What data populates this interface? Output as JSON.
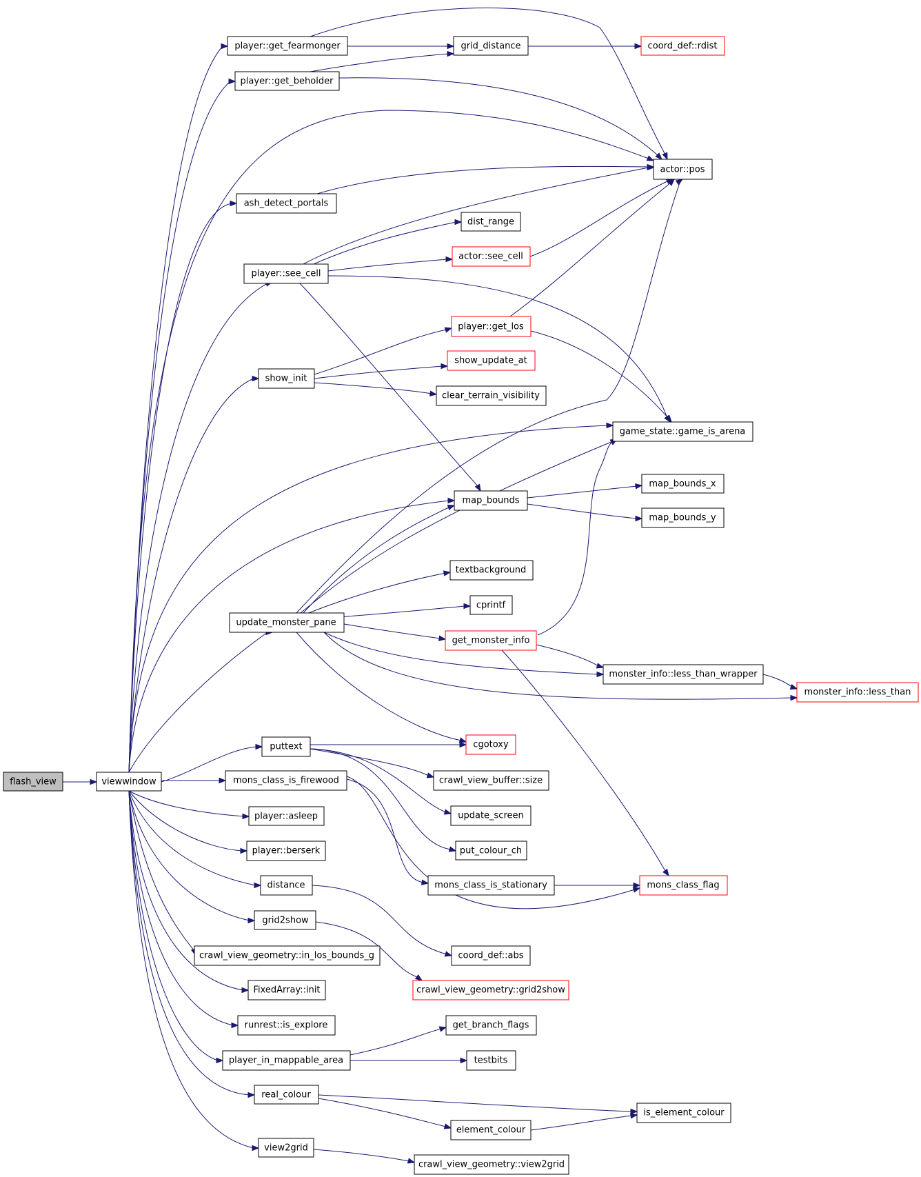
{
  "colors": {
    "edge": "#191970",
    "node_border": "#000000",
    "external_node_border": "#ff0000",
    "root_fill": "#bfbfbf",
    "node_fill": "#ffffff"
  },
  "nodes": [
    {
      "id": "flash_view",
      "label": "flash_view"
    },
    {
      "id": "viewwindow",
      "label": "viewwindow"
    },
    {
      "id": "get_fearmonger",
      "label": "player::get_fearmonger"
    },
    {
      "id": "grid_distance",
      "label": "grid_distance"
    },
    {
      "id": "rdist",
      "label": "coord_def::rdist"
    },
    {
      "id": "get_beholder",
      "label": "player::get_beholder"
    },
    {
      "id": "actor_pos",
      "label": "actor::pos"
    },
    {
      "id": "ash_detect_portals",
      "label": "ash_detect_portals"
    },
    {
      "id": "dist_range",
      "label": "dist_range"
    },
    {
      "id": "player_see_cell",
      "label": "player::see_cell"
    },
    {
      "id": "actor_see_cell",
      "label": "actor::see_cell"
    },
    {
      "id": "get_los",
      "label": "player::get_los"
    },
    {
      "id": "show_init",
      "label": "show_init"
    },
    {
      "id": "show_update_at",
      "label": "show_update_at"
    },
    {
      "id": "clear_terrain_visibility",
      "label": "clear_terrain_visibility"
    },
    {
      "id": "game_is_arena",
      "label": "game_state::game_is_arena"
    },
    {
      "id": "map_bounds",
      "label": "map_bounds"
    },
    {
      "id": "map_bounds_x",
      "label": "map_bounds_x"
    },
    {
      "id": "map_bounds_y",
      "label": "map_bounds_y"
    },
    {
      "id": "textbackground",
      "label": "textbackground"
    },
    {
      "id": "cprintf",
      "label": "cprintf"
    },
    {
      "id": "update_monster_pane",
      "label": "update_monster_pane"
    },
    {
      "id": "get_monster_info",
      "label": "get_monster_info"
    },
    {
      "id": "less_than_wrapper",
      "label": "monster_info::less_than_wrapper"
    },
    {
      "id": "less_than",
      "label": "monster_info::less_than"
    },
    {
      "id": "cgotoxy",
      "label": "cgotoxy"
    },
    {
      "id": "puttext",
      "label": "puttext"
    },
    {
      "id": "buffer_size",
      "label": "crawl_view_buffer::size"
    },
    {
      "id": "mons_class_is_firewood",
      "label": "mons_class_is_firewood"
    },
    {
      "id": "update_screen",
      "label": "update_screen"
    },
    {
      "id": "player_asleep",
      "label": "player::asleep"
    },
    {
      "id": "put_colour_ch",
      "label": "put_colour_ch"
    },
    {
      "id": "player_berserk",
      "label": "player::berserk"
    },
    {
      "id": "mons_class_is_stationary",
      "label": "mons_class_is_stationary"
    },
    {
      "id": "mons_class_flag",
      "label": "mons_class_flag"
    },
    {
      "id": "distance",
      "label": "distance"
    },
    {
      "id": "grid2show",
      "label": "grid2show"
    },
    {
      "id": "coord_abs",
      "label": "coord_def::abs"
    },
    {
      "id": "in_los_bounds_g",
      "label": "crawl_view_geometry::in_los_bounds_g"
    },
    {
      "id": "geom_grid2show",
      "label": "crawl_view_geometry::grid2show"
    },
    {
      "id": "fixedarray_init",
      "label": "FixedArray::init"
    },
    {
      "id": "runrest_is_explore",
      "label": "runrest::is_explore"
    },
    {
      "id": "get_branch_flags",
      "label": "get_branch_flags"
    },
    {
      "id": "player_in_mappable_area",
      "label": "player_in_mappable_area"
    },
    {
      "id": "testbits",
      "label": "testbits"
    },
    {
      "id": "real_colour",
      "label": "real_colour"
    },
    {
      "id": "is_element_colour",
      "label": "is_element_colour"
    },
    {
      "id": "element_colour",
      "label": "element_colour"
    },
    {
      "id": "view2grid",
      "label": "view2grid"
    },
    {
      "id": "geom_view2grid",
      "label": "crawl_view_geometry::view2grid"
    }
  ]
}
